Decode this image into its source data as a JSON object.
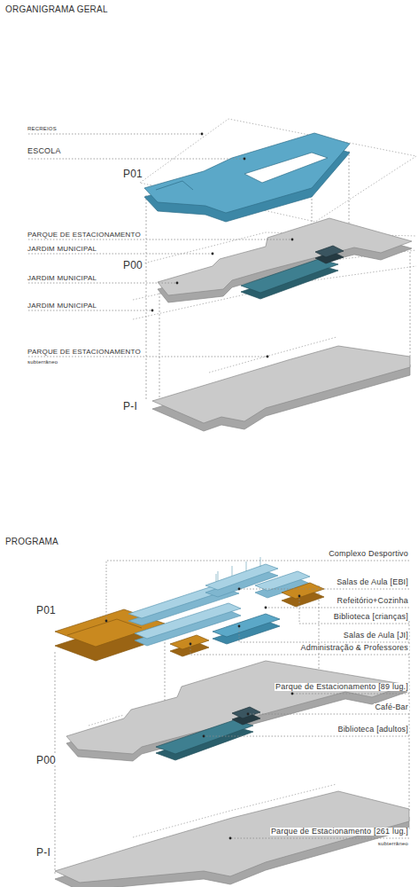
{
  "diagram": {
    "title": "ORGANIGRAMA GERAL",
    "labels": [
      "RECREIOS",
      "ESCOLA",
      "P01",
      "PARQUE DE ESTACIONAMENTO",
      "JARDIM MUNICIPAL",
      "P00",
      "JARDIM MUNICIPAL",
      "JARDIM MUNICIPAL",
      "PARQUE DE ESTACIONAMENTO",
      "subterrâneo",
      "P-I",
      "PROGRAMA",
      "Complexo Desportivo",
      "Salas de Aula [EBI]",
      "P01",
      "Refeitório+Cozinha",
      "Biblioteca [crianças]",
      "Salas de Aula [JI]",
      "Administração & Professores",
      "Parque de Estacionamento [89 lug.]",
      "P00",
      "Café-Bar",
      "Biblioteca [adultos]",
      "Parque de Estacionamento [261 lug.]",
      "subterrâneo",
      "P-I"
    ]
  }
}
